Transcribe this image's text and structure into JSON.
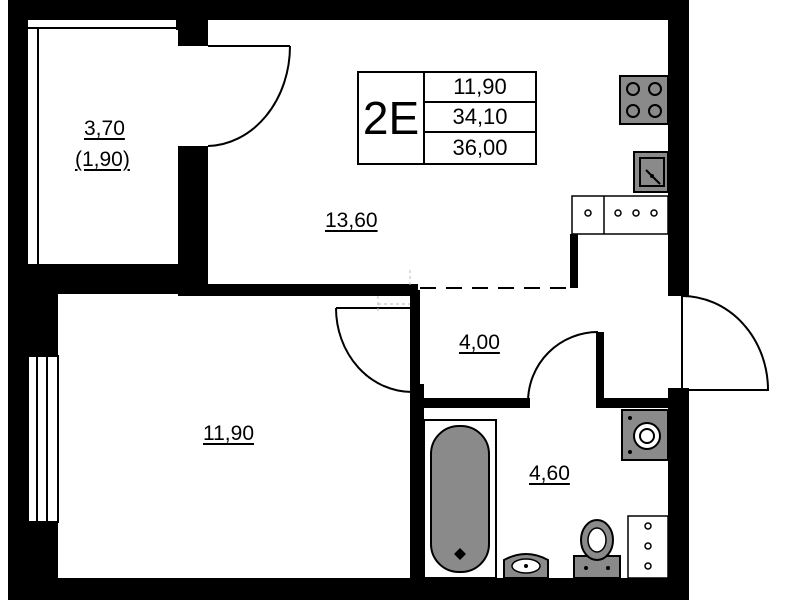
{
  "apartment": {
    "code": "2E",
    "areas": [
      "11,90",
      "34,10",
      "36,00"
    ]
  },
  "rooms": {
    "balcony": {
      "area": "3,70",
      "area_reduced": "(1,90)"
    },
    "kitchen": {
      "area": "13,60"
    },
    "bedroom": {
      "area": "11,90"
    },
    "hall": {
      "area": "4,00"
    },
    "bathroom": {
      "area": "4,60"
    }
  },
  "colors": {
    "wall": "#000000",
    "fixture": "#8a8a8a",
    "background": "#ffffff"
  },
  "icons": [
    "stove-icon",
    "sink-icon",
    "washing-machine-icon",
    "bathtub-icon",
    "toilet-icon",
    "washbasin-icon"
  ]
}
